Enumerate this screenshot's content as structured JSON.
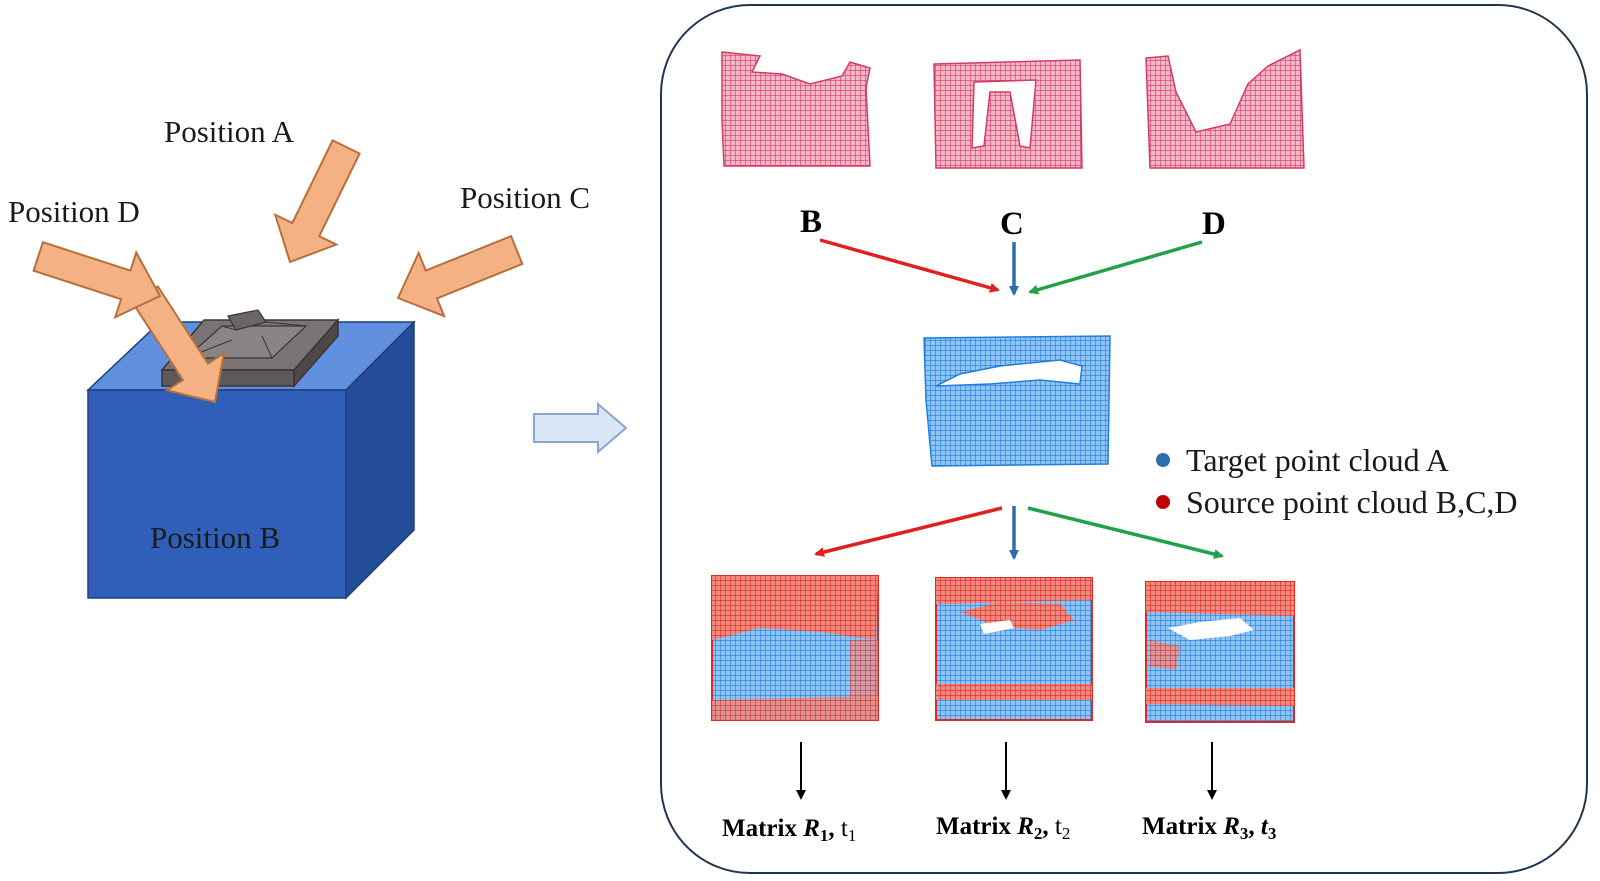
{
  "left_scene": {
    "labels": {
      "pos_a": "Position A",
      "pos_b": "Position  B",
      "pos_c": "Position C",
      "pos_d": "Position  D"
    }
  },
  "panel": {
    "sources": [
      "B",
      "C",
      "D"
    ],
    "legend": {
      "target": "Target point cloud A",
      "source": "Source point cloud B,C,D"
    },
    "matrices": [
      {
        "prefix": "Matrix ",
        "r": "R",
        "r_sub": "1",
        "sep": ", ",
        "t": "t",
        "t_sub": "1"
      },
      {
        "prefix": "Matrix ",
        "r": "R",
        "r_sub": "2",
        "sep": ", ",
        "t": "t",
        "t_sub": "2"
      },
      {
        "prefix": "Matrix ",
        "r": "R",
        "r_sub": "3",
        "sep": ", ",
        "t": "t",
        "t_sub": "3"
      }
    ]
  },
  "colors": {
    "panel_border": "#1f3550",
    "box_front": "#2f5fb8",
    "box_top": "#5f8fde",
    "box_side": "#254c99",
    "part": "#6e6868",
    "orange_arrow": "#f4b183",
    "red": "#e02020",
    "green": "#22a04a",
    "blue": "#2e6db0",
    "pink_cloud": "#e0557a",
    "blue_cloud": "#3b8ee0",
    "target_dot": "#2e6db0",
    "source_dot": "#c00000"
  },
  "icons": {
    "process_arrow": "right-outline-arrow-icon"
  }
}
